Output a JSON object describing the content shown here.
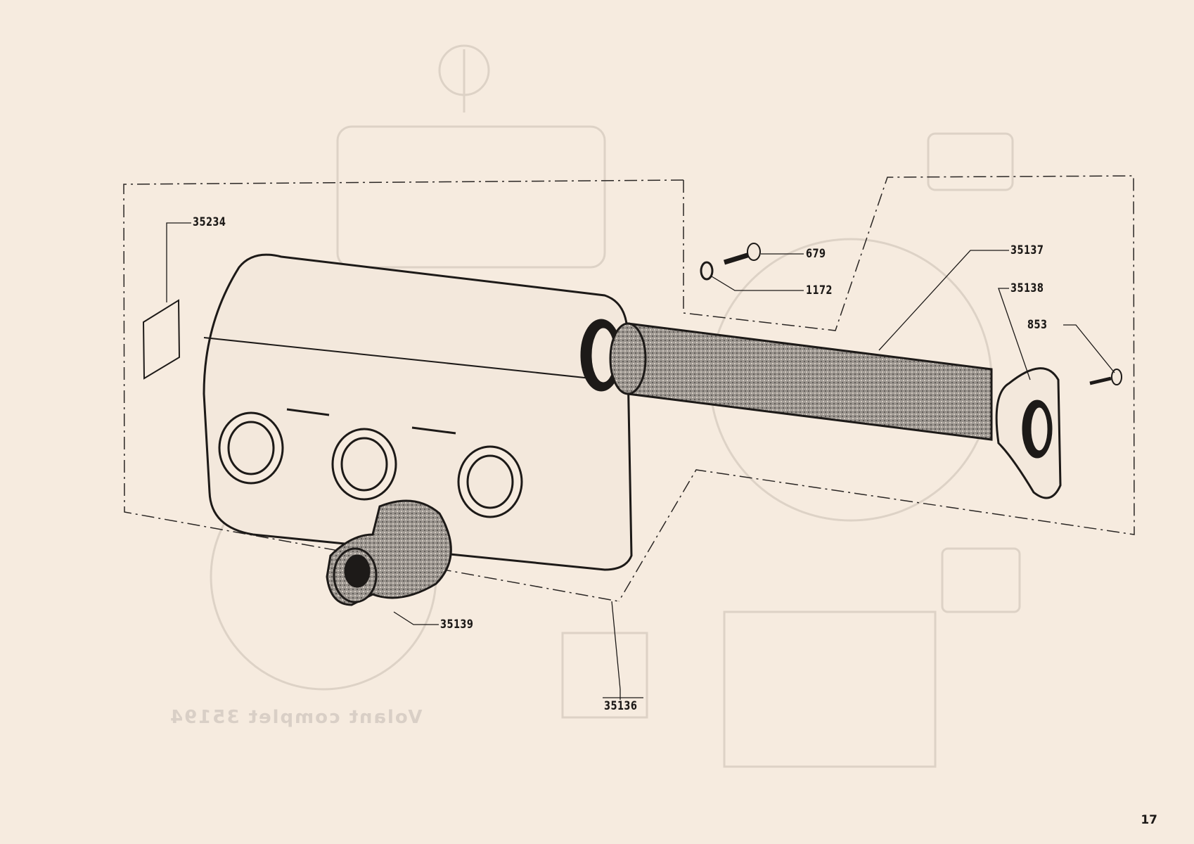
{
  "diagram": {
    "part_labels": {
      "p35234": "35234",
      "p679": "679",
      "p1172": "1172",
      "p35137": "35137",
      "p35138": "35138",
      "p853": "853",
      "p35139": "35139",
      "p35136": "35136"
    },
    "background_showthrough": "Volant complet 35194",
    "page_number": "17"
  }
}
